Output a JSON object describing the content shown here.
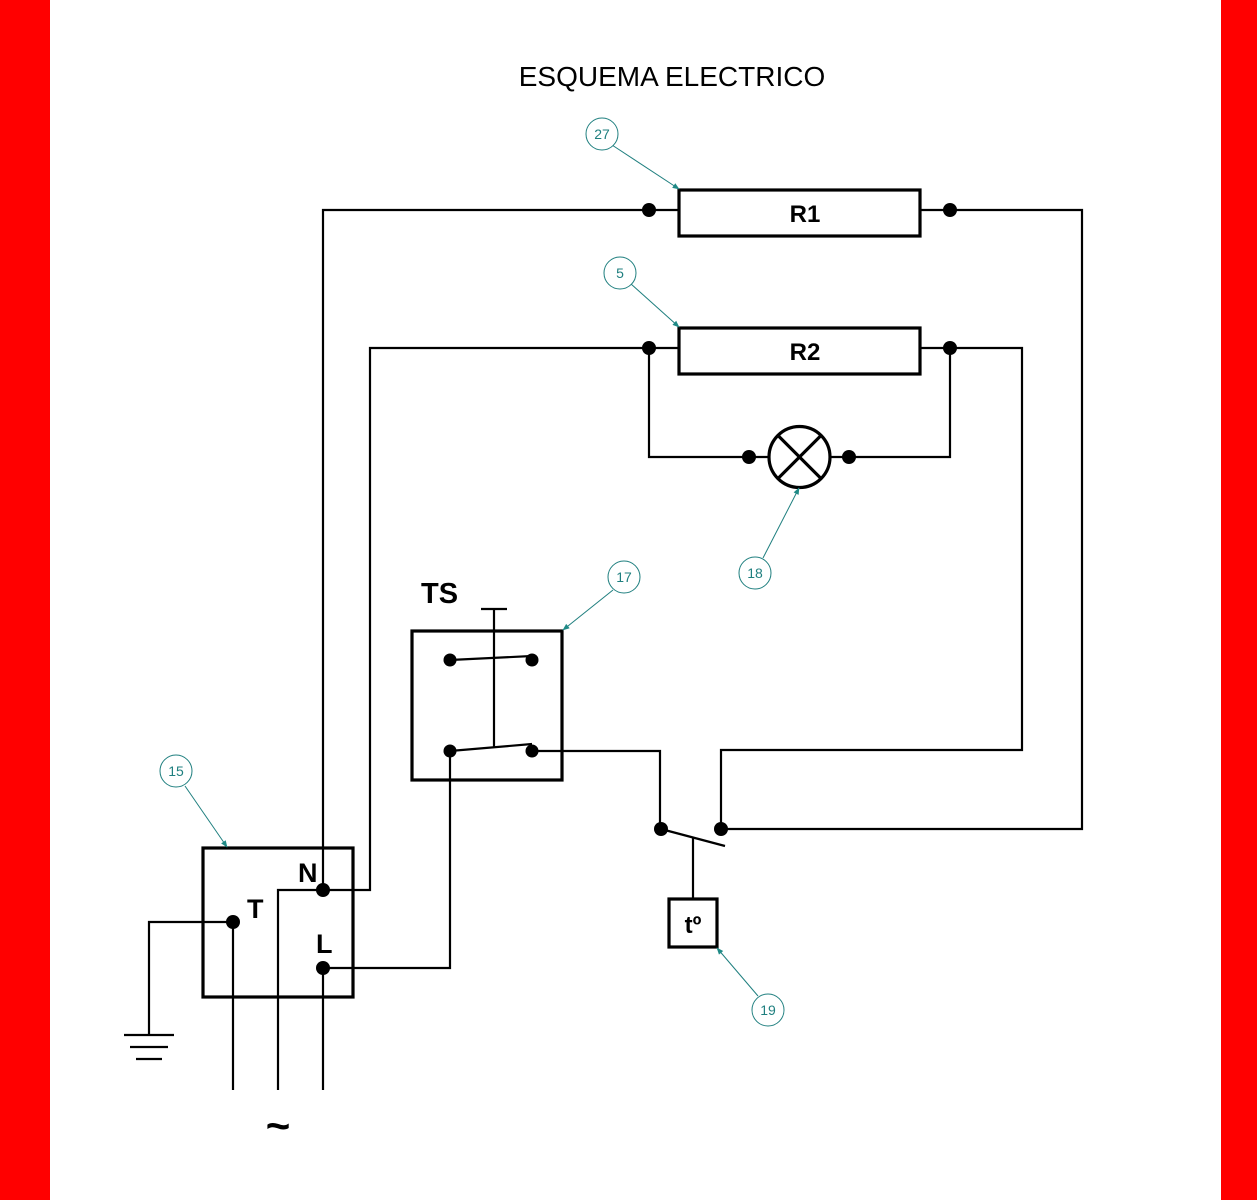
{
  "title": "ESQUEMA ELECTRICO",
  "colors": {
    "border": "#ff0000",
    "wire": "#000000",
    "callout": "#1f7f7f"
  },
  "components": {
    "r1": {
      "label": "R1",
      "callout": "27",
      "type": "resistor"
    },
    "r2": {
      "label": "R2",
      "callout": "5",
      "type": "resistor"
    },
    "lamp": {
      "label": "",
      "callout": "18",
      "type": "indicator-lamp"
    },
    "ts": {
      "label": "TS",
      "callout": "17",
      "type": "double-pole-switch"
    },
    "terminal_block": {
      "callout": "15",
      "terminals": {
        "n": "N",
        "t": "T",
        "l": "L"
      }
    },
    "thermostat": {
      "label": "tº",
      "callout": "19",
      "type": "thermostat"
    }
  },
  "supply": {
    "symbol": "~",
    "type": "AC mains"
  },
  "ground": {
    "type": "earth"
  }
}
